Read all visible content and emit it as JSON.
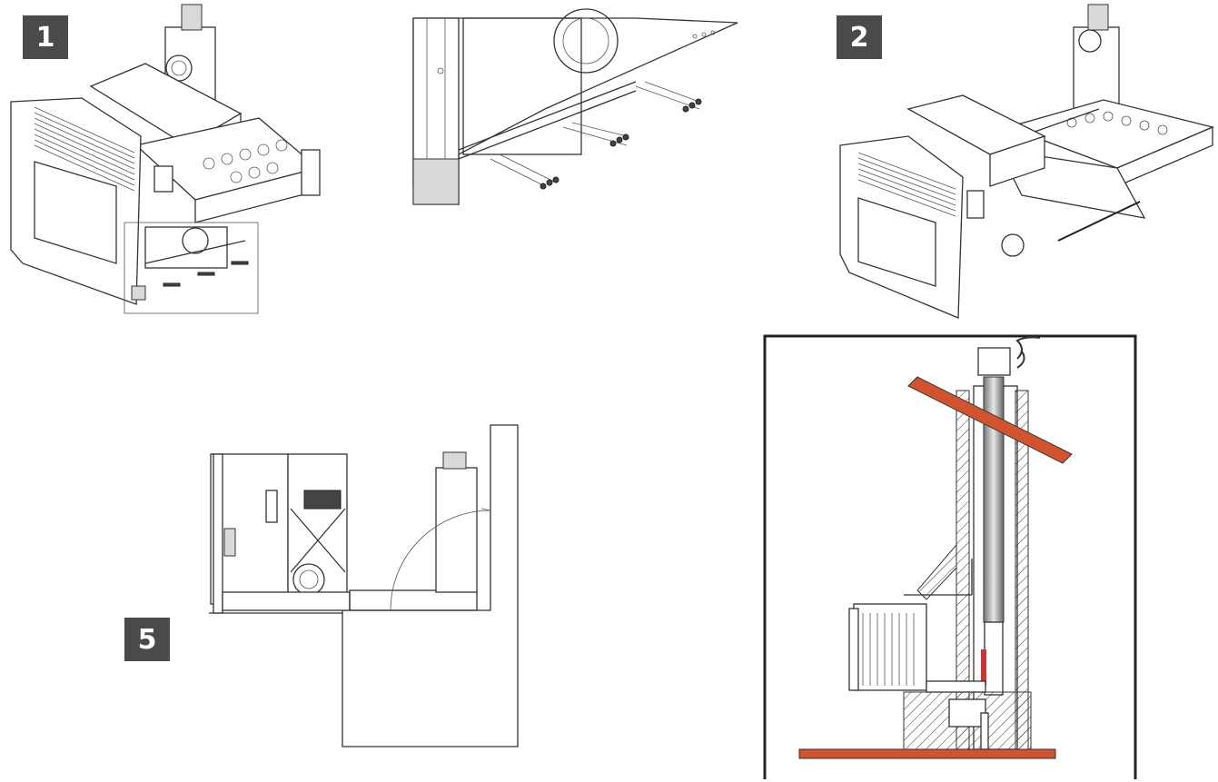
{
  "steps": [
    {
      "label": "1"
    },
    {
      "label": "2"
    },
    {
      "label": "5"
    }
  ],
  "colors": {
    "badge_bg": "#4a4a4a",
    "badge_text": "#ffffff",
    "roof": "#d2542c",
    "floor": "#d2542c",
    "outline": "#333333"
  },
  "icons": {
    "smoke": "smoke-icon"
  }
}
